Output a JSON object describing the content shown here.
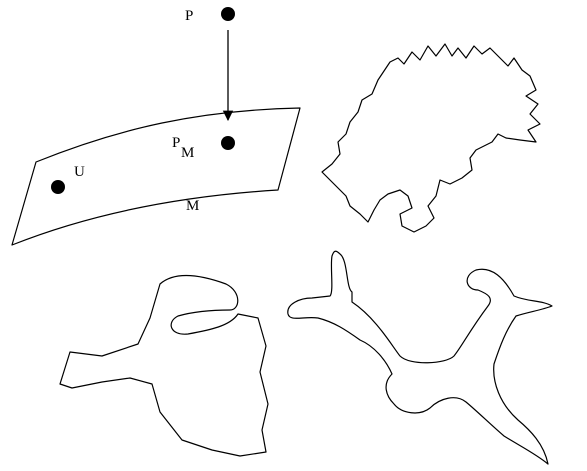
{
  "labels": {
    "point_p": "P",
    "point_u": "U",
    "projection_base": "P",
    "projection_subscript": "M",
    "manifold": "M"
  },
  "colors": {
    "ink": "#000000",
    "background": "#ffffff"
  }
}
